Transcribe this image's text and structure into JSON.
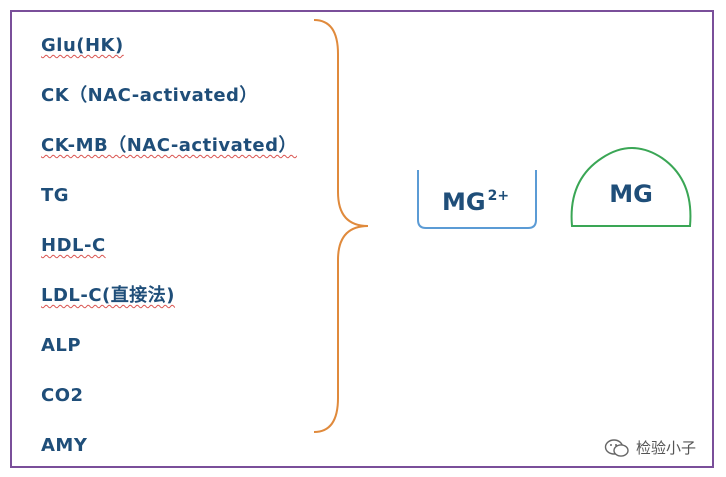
{
  "tests": [
    {
      "text": "Glu(HK)",
      "squiggle": true
    },
    {
      "text": "CK（NAC-activated）",
      "squiggle": false
    },
    {
      "text": "CK-MB（NAC-activated）",
      "squiggle": true
    },
    {
      "text": "TG",
      "squiggle": false
    },
    {
      "text": "HDL-C",
      "squiggle": true
    },
    {
      "text": "LDL-C(直接法)",
      "squiggle": true
    },
    {
      "text": "ALP",
      "squiggle": false
    },
    {
      "text": "CO2",
      "squiggle": false
    },
    {
      "text": "AMY",
      "squiggle": false
    }
  ],
  "reagent_left": {
    "label": "MG",
    "superscript": "2+"
  },
  "reagent_right": {
    "label": "MG"
  },
  "watermark": {
    "text": "检验小子",
    "icon": "wechat-icon"
  },
  "colors": {
    "frame": "#7a4f9a",
    "text": "#1f4e79",
    "brace": "#e08a3c",
    "cup_outline": "#5b9bd5",
    "dome_outline": "#3aa655",
    "squiggle": "#d9534f"
  }
}
